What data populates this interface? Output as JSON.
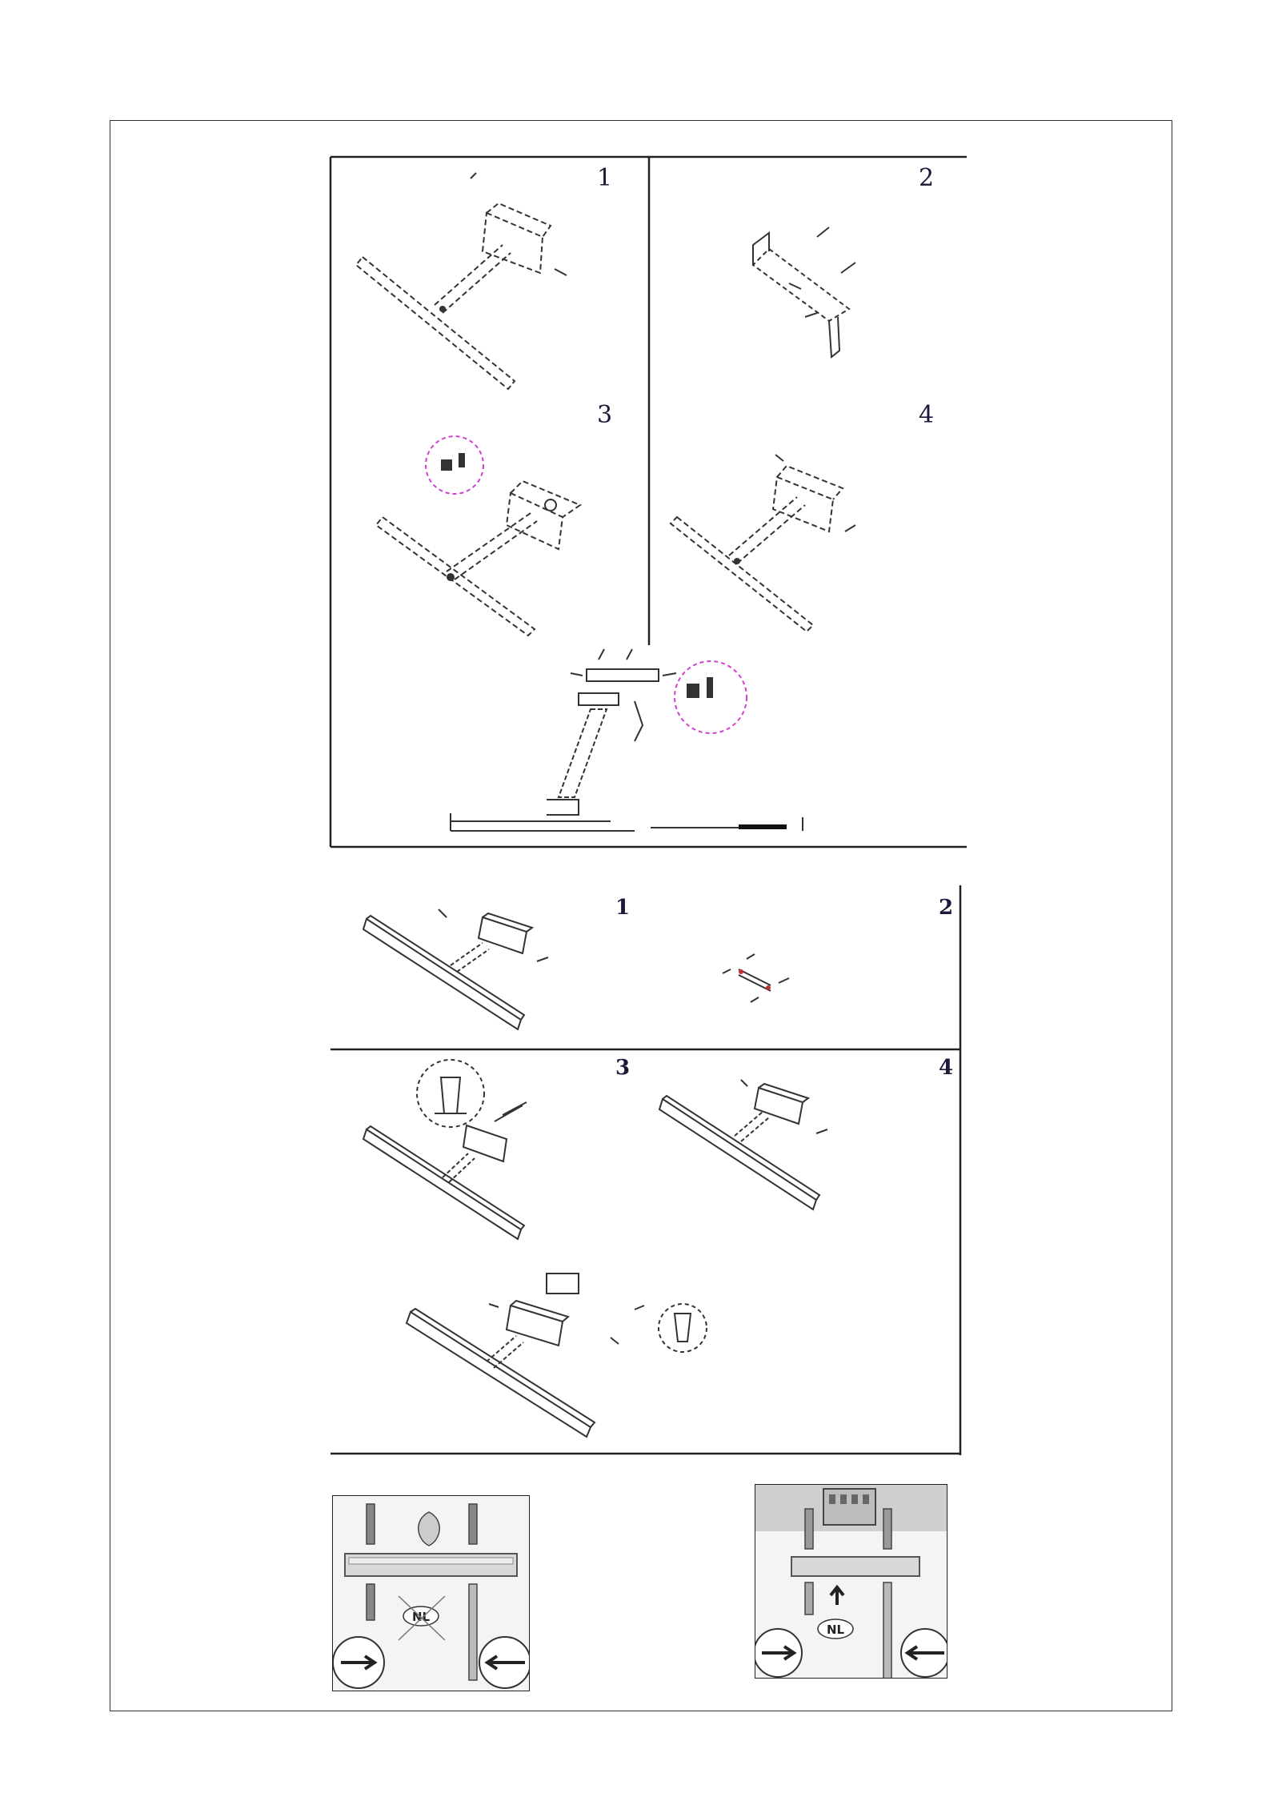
{
  "sheet_a": {
    "steps": [
      "1",
      "2",
      "3",
      "4"
    ]
  },
  "sheet_b": {
    "steps": [
      "1",
      "2",
      "3",
      "4"
    ]
  },
  "photos": {
    "left_badge": "NL",
    "right_badge": "NL"
  }
}
